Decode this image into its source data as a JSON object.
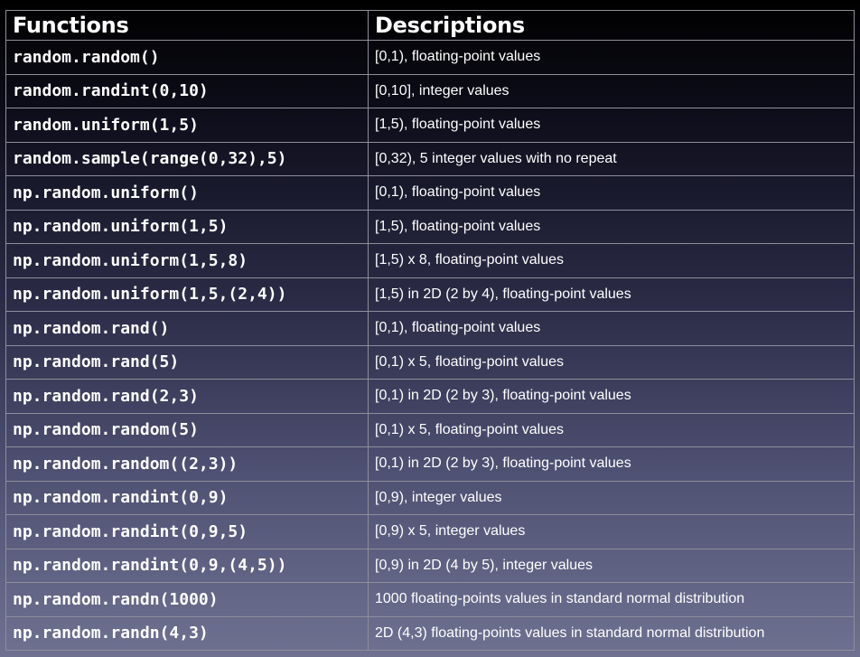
{
  "table": {
    "headers": [
      "Functions",
      "Descriptions"
    ],
    "rows": [
      {
        "fn": "random.random()",
        "desc": "[0,1), floating-point values"
      },
      {
        "fn": "random.randint(0,10)",
        "desc": "[0,10], integer values"
      },
      {
        "fn": "random.uniform(1,5)",
        "desc": "[1,5), floating-point values"
      },
      {
        "fn": "random.sample(range(0,32),5)",
        "desc": "[0,32), 5 integer values with no repeat"
      },
      {
        "fn": "np.random.uniform()",
        "desc": "[0,1), floating-point values"
      },
      {
        "fn": "np.random.uniform(1,5)",
        "desc": "[1,5), floating-point values"
      },
      {
        "fn": "np.random.uniform(1,5,8)",
        "desc": "[1,5) x 8, floating-point values"
      },
      {
        "fn": "np.random.uniform(1,5,(2,4))",
        "desc": "[1,5) in 2D (2 by 4), floating-point values"
      },
      {
        "fn": "np.random.rand()",
        "desc": "[0,1), floating-point values"
      },
      {
        "fn": "np.random.rand(5)",
        "desc": "[0,1) x 5, floating-point values"
      },
      {
        "fn": "np.random.rand(2,3)",
        "desc": "[0,1) in 2D (2 by 3), floating-point values"
      },
      {
        "fn": "np.random.random(5)",
        "desc": "[0,1) x 5, floating-point values"
      },
      {
        "fn": "np.random.random((2,3))",
        "desc": "[0,1) in 2D (2 by 3), floating-point values"
      },
      {
        "fn": "np.random.randint(0,9)",
        "desc": "[0,9), integer values"
      },
      {
        "fn": "np.random.randint(0,9,5)",
        "desc": "[0,9) x 5, integer values"
      },
      {
        "fn": "np.random.randint(0,9,(4,5))",
        "desc": "[0,9) in 2D (4 by 5), integer values"
      },
      {
        "fn": "np.random.randn(1000)",
        "desc": "1000 floating-points values in standard normal distribution"
      },
      {
        "fn": "np.random.randn(4,3)",
        "desc": "2D (4,3) floating-points values in standard normal distribution"
      }
    ]
  }
}
